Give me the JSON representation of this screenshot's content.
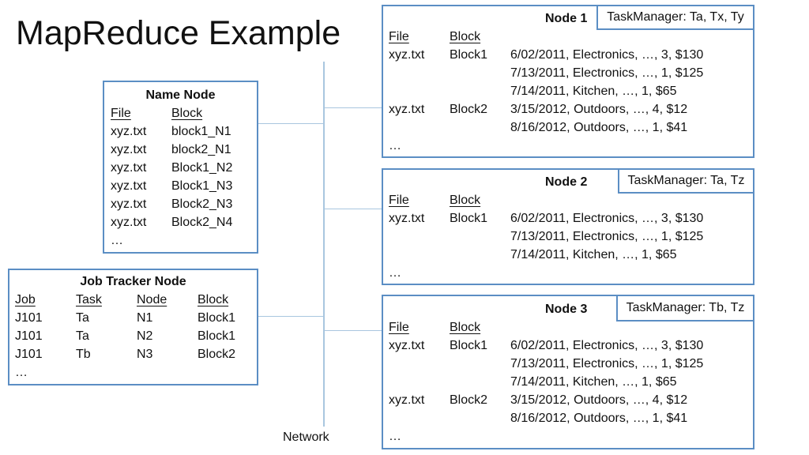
{
  "title": "MapReduce Example",
  "network_label": "Network",
  "colors": {
    "box_border": "#5b8ec4",
    "network_line": "#a9c6df"
  },
  "name_node": {
    "title": "Name Node",
    "headers": [
      "File",
      "Block"
    ],
    "rows": [
      [
        "xyz.txt",
        "block1_N1"
      ],
      [
        "xyz.txt",
        "block2_N1"
      ],
      [
        "xyz.txt",
        "Block1_N2"
      ],
      [
        "xyz.txt",
        "Block1_N3"
      ],
      [
        "xyz.txt",
        "Block2_N3"
      ],
      [
        "xyz.txt",
        "Block2_N4"
      ]
    ],
    "more": "…"
  },
  "job_tracker": {
    "title": "Job Tracker Node",
    "headers": [
      "Job",
      "Task",
      "Node",
      "Block"
    ],
    "rows": [
      [
        "J101",
        "Ta",
        "N1",
        "Block1"
      ],
      [
        "J101",
        "Ta",
        "N2",
        "Block1"
      ],
      [
        "J101",
        "Tb",
        "N3",
        "Block2"
      ]
    ],
    "more": "…"
  },
  "nodes": [
    {
      "title": "Node 1",
      "task_manager": "TaskManager: Ta, Tx, Ty",
      "headers": [
        "File",
        "Block"
      ],
      "rows": [
        [
          "xyz.txt",
          "Block1",
          "6/02/2011, Electronics, …, 3, $130"
        ],
        [
          "",
          "",
          "7/13/2011, Electronics, …, 1, $125"
        ],
        [
          "",
          "",
          "7/14/2011, Kitchen, …, 1, $65"
        ],
        [
          "xyz.txt",
          "Block2",
          "3/15/2012, Outdoors, …, 4, $12"
        ],
        [
          "",
          "",
          "8/16/2012, Outdoors, …, 1, $41"
        ]
      ],
      "more": "…"
    },
    {
      "title": "Node 2",
      "task_manager": "TaskManager: Ta, Tz",
      "headers": [
        "File",
        "Block"
      ],
      "rows": [
        [
          "xyz.txt",
          "Block1",
          "6/02/2011, Electronics, …, 3, $130"
        ],
        [
          "",
          "",
          "7/13/2011, Electronics, …, 1, $125"
        ],
        [
          "",
          "",
          "7/14/2011, Kitchen, …, 1, $65"
        ]
      ],
      "more": "…"
    },
    {
      "title": "Node 3",
      "task_manager": "TaskManager: Tb, Tz",
      "headers": [
        "File",
        "Block"
      ],
      "rows": [
        [
          "xyz.txt",
          "Block1",
          "6/02/2011, Electronics, …, 3, $130"
        ],
        [
          "",
          "",
          "7/13/2011, Electronics, …, 1, $125"
        ],
        [
          "",
          "",
          "7/14/2011, Kitchen, …, 1, $65"
        ],
        [
          "xyz.txt",
          "Block2",
          "3/15/2012, Outdoors, …, 4, $12"
        ],
        [
          "",
          "",
          "8/16/2012, Outdoors, …, 1, $41"
        ]
      ],
      "more": "…"
    }
  ]
}
